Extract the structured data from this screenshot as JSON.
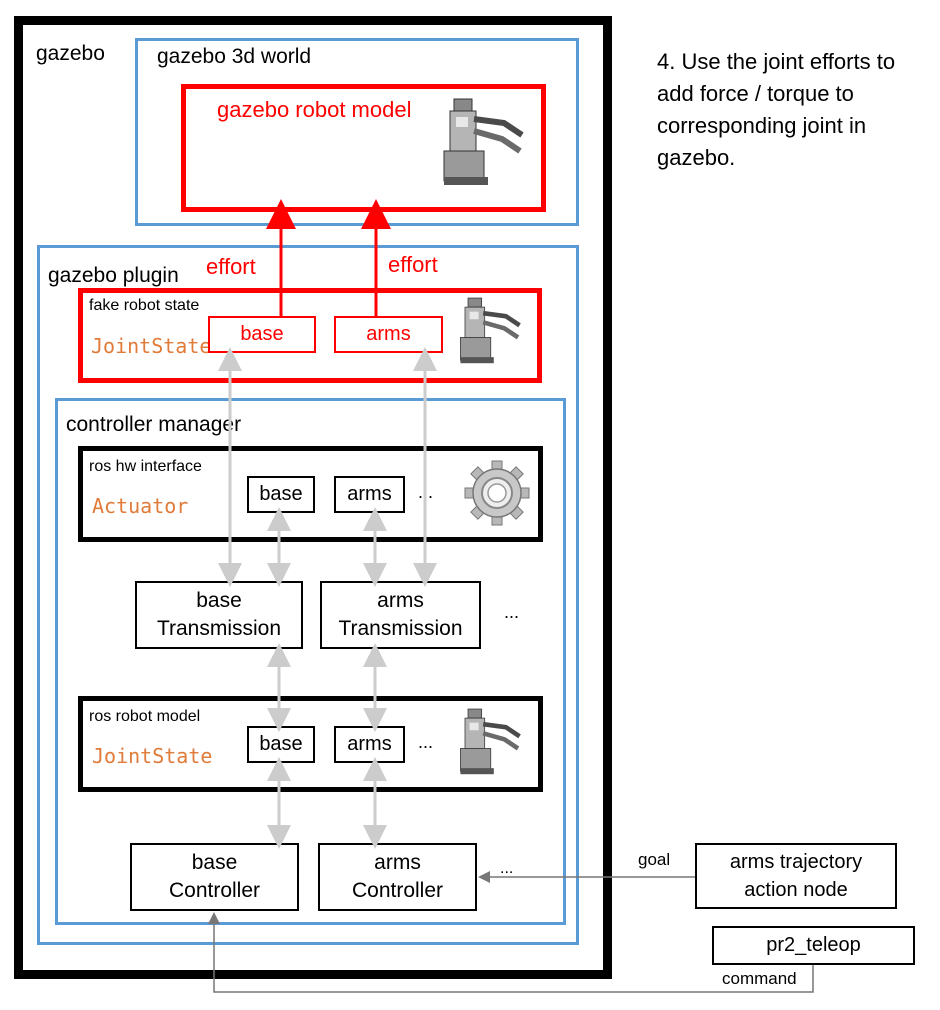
{
  "gazebo": {
    "label": "gazebo"
  },
  "world": {
    "label": "gazebo 3d world",
    "robot_model_label": "gazebo robot model"
  },
  "plugin": {
    "label": "gazebo plugin",
    "effort_left": "effort",
    "effort_right": "effort",
    "fake_state": {
      "title": "fake robot state",
      "joint_state": "JointState",
      "base": "base",
      "arms": "arms"
    }
  },
  "manager": {
    "label": "controller manager",
    "hw_interface": {
      "title": "ros hw interface",
      "actuator": "Actuator",
      "base": "base",
      "arms": "arms",
      "ellipsis": "..."
    },
    "transmissions": {
      "base_line1": "base",
      "base_line2": "Transmission",
      "arms_line1": "arms",
      "arms_line2": "Transmission",
      "ellipsis": "..."
    },
    "robot_model": {
      "title": "ros robot model",
      "joint_state": "JointState",
      "base": "base",
      "arms": "arms",
      "ellipsis": "..."
    },
    "controllers": {
      "base_line1": "base",
      "base_line2": "Controller",
      "arms_line1": "arms",
      "arms_line2": "Controller",
      "ellipsis": "..."
    }
  },
  "external": {
    "goal_label": "goal",
    "trajectory_line1": "arms trajectory",
    "trajectory_line2": "action node",
    "teleop": "pr2_teleop",
    "command_label": "command"
  },
  "note": {
    "line1": "4. Use the joint efforts to",
    "line2": "add force / torque to",
    "line3": "corresponding joint in",
    "line4": "gazebo."
  },
  "colors": {
    "red": "#ff0000",
    "blue": "#5b9bd5",
    "orange": "#e07b39",
    "gray_arrow": "#cccccc"
  },
  "icons": [
    "robot-icon",
    "gear-icon"
  ]
}
